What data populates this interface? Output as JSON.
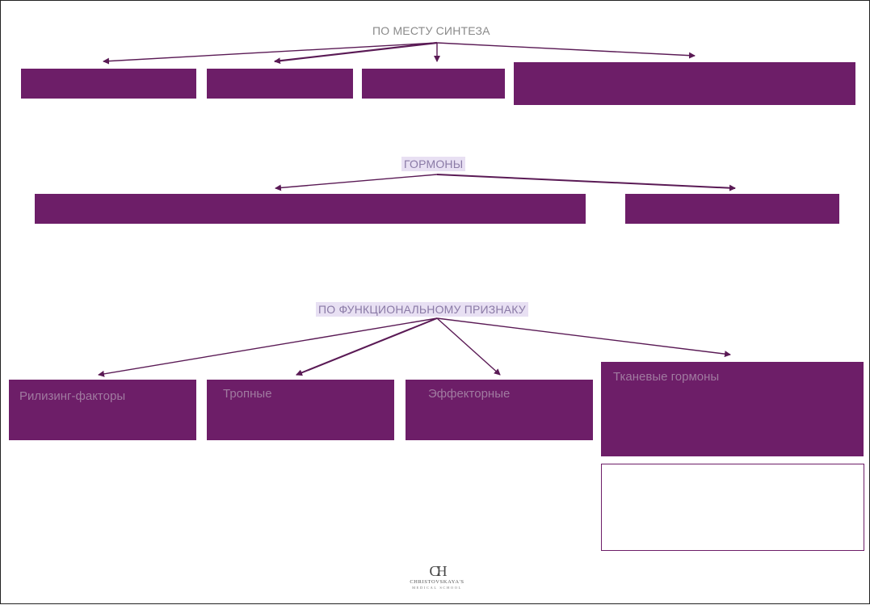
{
  "diagram": {
    "site_heading": "ПО МЕСТУ СИНТЕЗА",
    "root_heading": "ГОРМОНЫ",
    "function_heading": "ПО ФУНКЦИОНАЛЬНОМУ ПРИЗНАКУ",
    "function_boxes": [
      "Рилизинг-факторы",
      "Тропные",
      "Эффекторные",
      "Тканевые гормоны"
    ]
  },
  "colors": {
    "box_fill": "#6d1e68",
    "arrow": "#5a1a55",
    "heading_highlight": "#e8e0f3"
  },
  "logo": {
    "monogram": "CH",
    "name": "CHRISTOVSKAYA'S",
    "subtitle": "MEDICAL SCHOOL"
  }
}
